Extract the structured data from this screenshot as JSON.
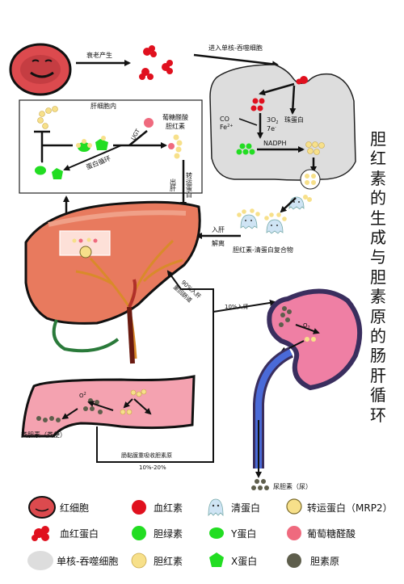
{
  "title": "胆红素的生成与胆素原的肠肝循环",
  "labels": {
    "aging": "衰老产生",
    "enter_macrophage": "进入单核-吞噬细胞",
    "in_hepatocyte": "肝细胞内",
    "ugt": "UGT",
    "glucuronide_line1": "葡糖醛酸",
    "glucuronide_line2": "胆红素",
    "y_protein_cycle": "蛋白循环",
    "out_of_liver": "出肝",
    "transport_protein": "转运蛋白",
    "co": "CO",
    "fe": "Fe",
    "fe_sup": "2+",
    "o2_prefix": "3O",
    "o2_sub": "2",
    "electrons": "7e",
    "electrons_sup": "-",
    "globin": "珠蛋白",
    "nadph": "NADPH",
    "into_liver": "入肝",
    "dissociate": "解离",
    "complex": "胆红素-清蛋白复合物",
    "pct90_line1": "90%入肝",
    "pct90_line2": "重回肠道",
    "pct10_kidney": "10%入肾",
    "o2_kidney": "O",
    "o2_kidney_sub": "2",
    "o2_gut": "O",
    "o2_gut_sup": "2",
    "stool": "粪胆素（粪便）",
    "reabsorb": "肠黏膜重吸收胆素原",
    "pct_range": "10%-20%",
    "urine": "尿胆素（尿）"
  },
  "legend": [
    {
      "icon": "red-blood-cell-icon",
      "label": "红细胞"
    },
    {
      "icon": "heme-icon",
      "label": "血红素"
    },
    {
      "icon": "albumin-icon",
      "label": "清蛋白"
    },
    {
      "icon": "transporter-mrp2-icon",
      "label": "转运蛋白（MRP2）"
    },
    {
      "icon": "hemoglobin-icon",
      "label": "血红蛋白"
    },
    {
      "icon": "biliverdin-icon",
      "label": "胆绿素"
    },
    {
      "icon": "y-protein-icon",
      "label": "Y蛋白"
    },
    {
      "icon": "glucuronic-acid-icon",
      "label": "葡萄糖醛酸"
    },
    {
      "icon": "macrophage-icon",
      "label": "单核-吞噬细胞"
    },
    {
      "icon": "bilirubin-icon",
      "label": "胆红素"
    },
    {
      "icon": "x-protein-icon",
      "label": "X蛋白"
    },
    {
      "icon": "urobilinogen-icon",
      "label": "胆素原"
    }
  ],
  "colors": {
    "heme": "#e0101e",
    "biliverdin": "#22dd22",
    "bilirubin": "#f7e08a",
    "glucuronic": "#ef6a7e",
    "urobilinogen": "#5e5e4c",
    "albumin": "#cfe4f4",
    "macrophage": "#dddddd",
    "liver": "#e87a5e",
    "kidney": "#ef7fa4",
    "intestine": "#f4a2b0",
    "rbc": "#dc4a4e"
  }
}
